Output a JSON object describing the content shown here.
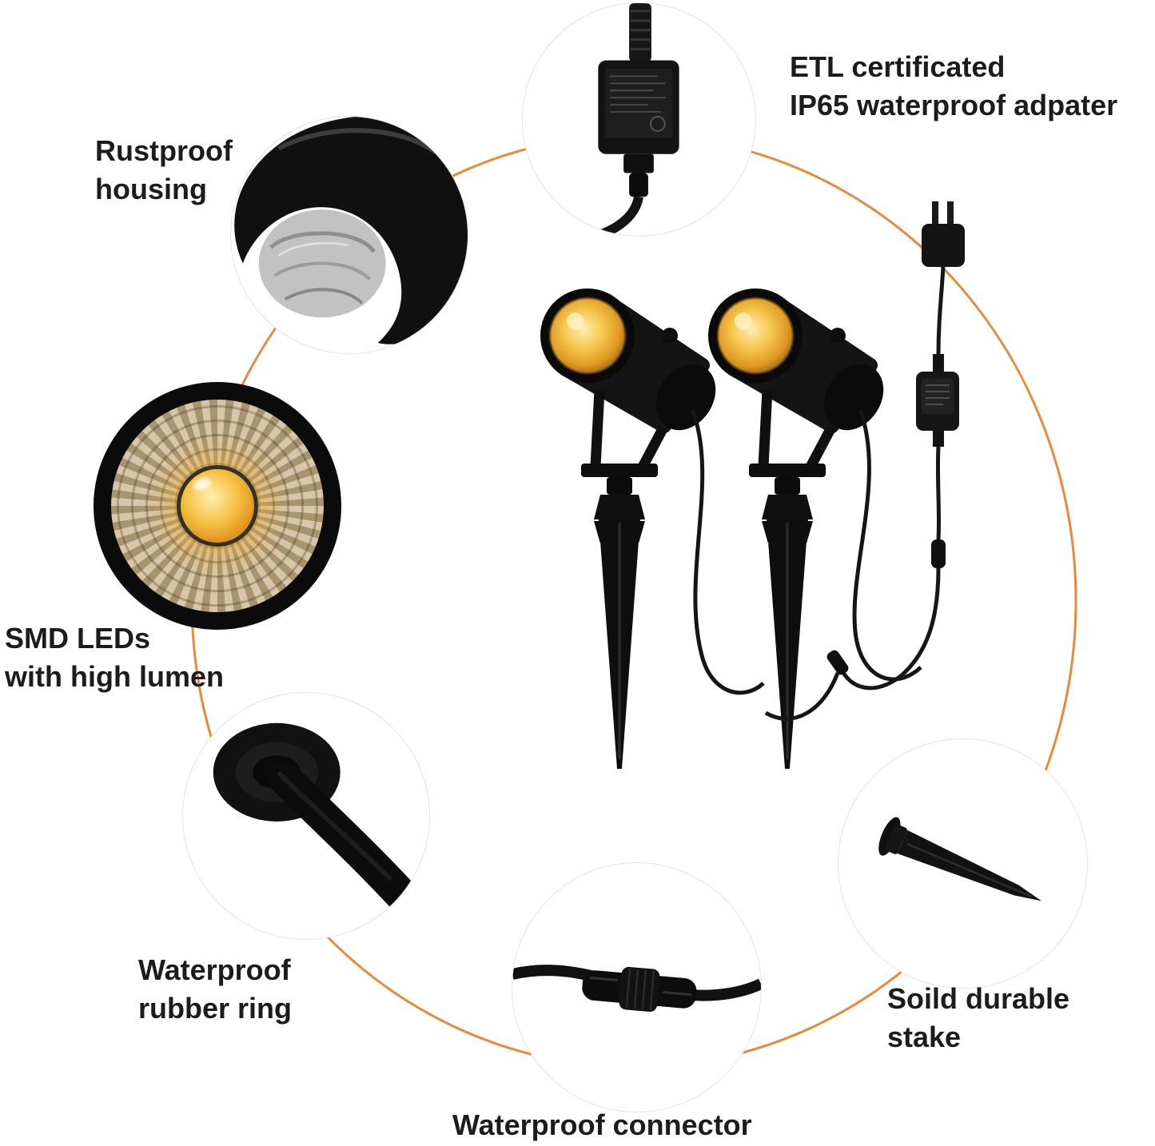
{
  "canvas": {
    "background": "#ffffff",
    "ring_color": "#E8893B",
    "label_color": "#1c1c1c",
    "warm_glow_color": "#F2BA4A",
    "product_color": "#111111"
  },
  "callouts": {
    "adapter": {
      "label": "ETL certificated\nIP65 waterproof adpater",
      "icon": "power-adapter-photo"
    },
    "housing": {
      "label": "Rustproof\nhousing",
      "icon": "lamp-housing-photo"
    },
    "smd_leds": {
      "label": "SMD LEDs\nwith high lumen",
      "icon": "led-lens-photo"
    },
    "rubber_ring": {
      "label": "Waterproof\nrubber ring",
      "icon": "rubber-ring-photo"
    },
    "connector": {
      "label": "Waterproof connector",
      "icon": "cable-connector-photo"
    },
    "stake": {
      "label": "Soild durable\nstake",
      "icon": "ground-stake-photo"
    }
  }
}
